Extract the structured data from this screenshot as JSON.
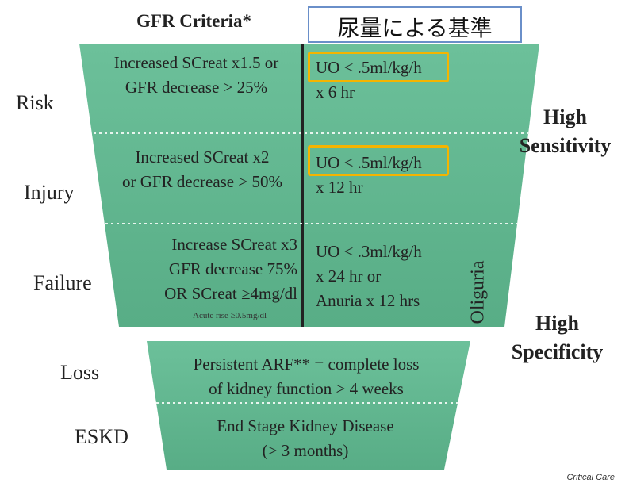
{
  "header": {
    "left": "GFR Criteria*",
    "right_box": "尿量による基準"
  },
  "stages": [
    {
      "name": "Risk",
      "gfr": [
        "Increased SCreat x1.5 or",
        "GFR decrease > 25%"
      ],
      "uo": [
        "UO < .5ml/kg/h",
        "x 6 hr"
      ]
    },
    {
      "name": "Injury",
      "gfr": [
        "Increased SCreat x2",
        "or GFR decrease > 50%"
      ],
      "uo": [
        "UO < .5ml/kg/h",
        "x 12 hr"
      ]
    },
    {
      "name": "Failure",
      "gfr": [
        "Increase SCreat x3",
        "GFR decrease 75%",
        "OR SCreat ≥4mg/dl"
      ],
      "gfr_note": "Acute rise ≥0.5mg/dl",
      "uo": [
        "UO < .3ml/kg/h",
        "x 24 hr or",
        "Anuria x 12 hrs"
      ]
    },
    {
      "name": "Loss",
      "text": [
        "Persistent ARF** = complete loss",
        "of kidney function > 4 weeks"
      ]
    },
    {
      "name": "ESKD",
      "text": [
        "End Stage Kidney Disease",
        "(> 3 months)"
      ]
    }
  ],
  "vertical_label": "Oliguria",
  "side_labels": {
    "sensitivity": [
      "High",
      "Sensitivity"
    ],
    "specificity": [
      "High",
      "Specificity"
    ]
  },
  "credit": "Critical Care",
  "colors": {
    "fill": "#5fb590",
    "divider": "#222222",
    "highlight": "#f5b400",
    "box_border": "#6a8fc9"
  }
}
